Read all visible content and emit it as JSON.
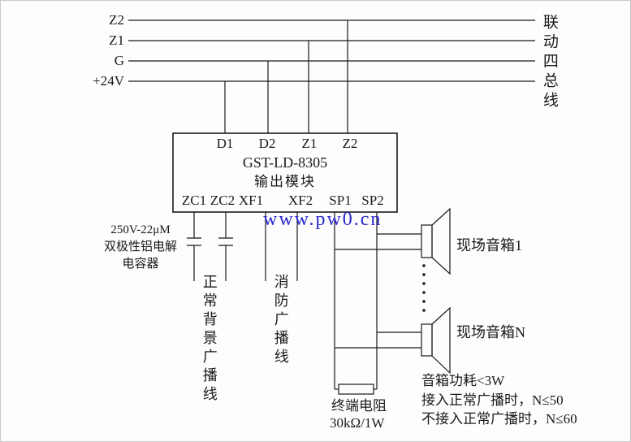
{
  "page": {
    "bus": {
      "labels": [
        "Z2",
        "Z1",
        "G",
        "+24V"
      ],
      "group_label": "联动四总线"
    },
    "module": {
      "top_terminals": [
        "D1",
        "D2",
        "Z1",
        "Z2"
      ],
      "name": "GST-LD-8305",
      "subtitle": "输出模块",
      "bottom_terminals": [
        "ZC1",
        "ZC2",
        "XF1",
        "XF2",
        "SP1",
        "SP2"
      ]
    },
    "capacitor_note": [
      "250V-22μM",
      "双极性铝电解",
      "电容器"
    ],
    "wire_labels": {
      "normal_broadcast": "正常背景广播线",
      "fire_broadcast": "消防广播线"
    },
    "watermark": "www.pw0.cn",
    "speakers": {
      "first": "现场音箱1",
      "nth": "现场音箱N"
    },
    "terminal_resistor": [
      "终端电阻",
      "30kΩ/1W"
    ],
    "notes": [
      "音箱功耗<3W",
      "接入正常广播时，N≤50",
      "不接入正常广播时，N≤60"
    ],
    "colors": {
      "watermark": "#2626cc",
      "line": "#1a1a1a"
    }
  }
}
